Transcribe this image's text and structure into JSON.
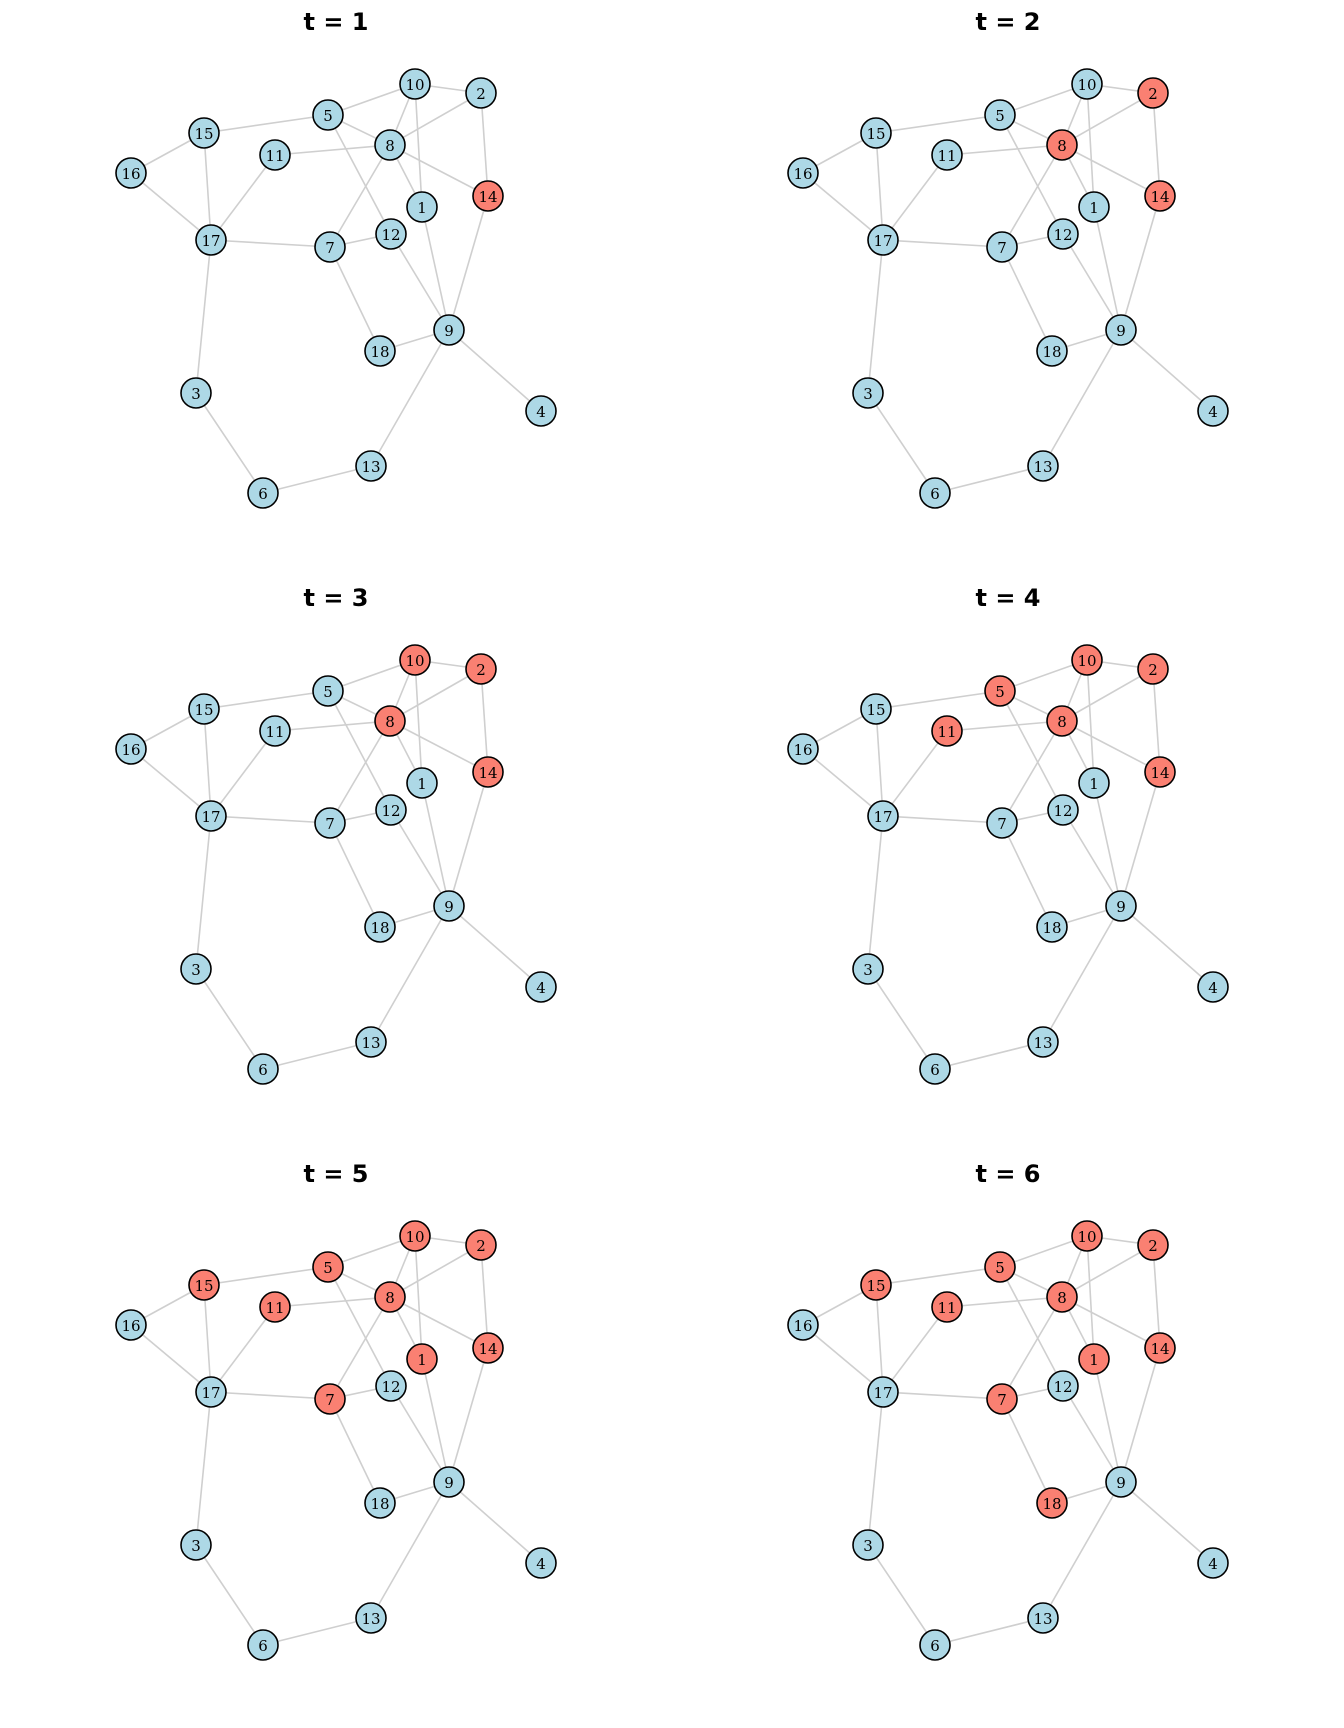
{
  "colors": {
    "susceptible": "#add8e6",
    "infected": "#fa8072",
    "edge": "#cfcfcf"
  },
  "nodes": [
    "1",
    "2",
    "3",
    "4",
    "5",
    "6",
    "7",
    "8",
    "9",
    "10",
    "11",
    "12",
    "13",
    "14",
    "15",
    "16",
    "17",
    "18"
  ],
  "edges": [
    [
      "15",
      "16"
    ],
    [
      "15",
      "5"
    ],
    [
      "15",
      "17"
    ],
    [
      "16",
      "17"
    ],
    [
      "17",
      "11"
    ],
    [
      "17",
      "7"
    ],
    [
      "17",
      "3"
    ],
    [
      "11",
      "8"
    ],
    [
      "5",
      "10"
    ],
    [
      "5",
      "8"
    ],
    [
      "5",
      "12"
    ],
    [
      "10",
      "2"
    ],
    [
      "10",
      "8"
    ],
    [
      "10",
      "1"
    ],
    [
      "2",
      "8"
    ],
    [
      "2",
      "14"
    ],
    [
      "8",
      "14"
    ],
    [
      "8",
      "1"
    ],
    [
      "8",
      "7"
    ],
    [
      "7",
      "12"
    ],
    [
      "7",
      "18"
    ],
    [
      "1",
      "9"
    ],
    [
      "12",
      "9"
    ],
    [
      "14",
      "9"
    ],
    [
      "18",
      "9"
    ],
    [
      "9",
      "4"
    ],
    [
      "9",
      "13"
    ],
    [
      "3",
      "6"
    ],
    [
      "6",
      "13"
    ]
  ],
  "panels": [
    {
      "title": "t = 1",
      "infected": [
        "14"
      ]
    },
    {
      "title": "t = 2",
      "infected": [
        "2",
        "8",
        "14"
      ]
    },
    {
      "title": "t = 3",
      "infected": [
        "10",
        "2",
        "8",
        "14"
      ]
    },
    {
      "title": "t = 4",
      "infected": [
        "10",
        "2",
        "5",
        "8",
        "11",
        "14"
      ]
    },
    {
      "title": "t = 5",
      "infected": [
        "10",
        "2",
        "5",
        "8",
        "11",
        "14",
        "15",
        "1",
        "7"
      ]
    },
    {
      "title": "t = 6",
      "infected": [
        "10",
        "2",
        "5",
        "8",
        "11",
        "14",
        "15",
        "1",
        "7",
        "18"
      ]
    }
  ]
}
